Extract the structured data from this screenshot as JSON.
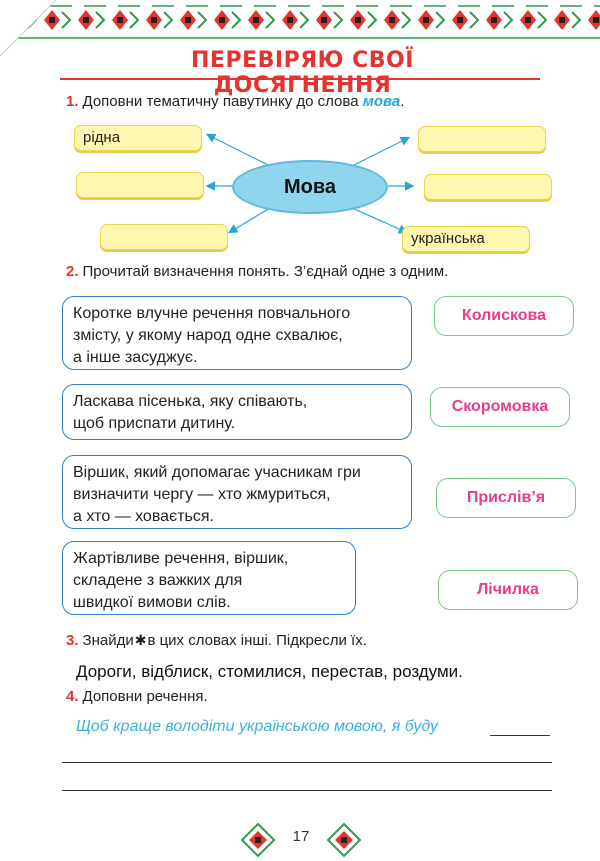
{
  "header": {
    "title": "Перевіряю свої досягнення"
  },
  "task1": {
    "number": "1.",
    "text": "Доповни тематичну павутинку до слова",
    "keyword": "мова",
    "end": ".",
    "center_word": "Мова",
    "slots": {
      "left_top": "рідна",
      "left_mid": "",
      "left_bottom": "",
      "right_top": "",
      "right_mid": "",
      "right_bottom": "українська"
    }
  },
  "task2": {
    "number": "2.",
    "text": "Прочитай визначення понять. З’єднай одне з одним.",
    "definitions": [
      {
        "line1": "Коротке влучне речення повчального",
        "line2": "змісту, у якому народ одне схвалює,",
        "line3": "а інше засуджує."
      },
      {
        "line1": "Ласкава пісенька, яку співають,",
        "line2": "щоб приспати дитину.",
        "line3": ""
      },
      {
        "line1": "Віршик, який допомагає учасникам гри",
        "line2": "визначити чергу — хто жмуриться,",
        "line3": "а хто — ховається."
      },
      {
        "line1": "Жартівливе речення, віршик,",
        "line2": "складене з важких для",
        "line3": "швидкої вимови слів."
      }
    ],
    "terms": [
      "Колискова",
      "Скоромовка",
      "Прислів’я",
      "Лічилка"
    ]
  },
  "task3": {
    "number": "3.",
    "text_before": "Знайди",
    "text_after": "в цих словах інші. Підкресли їх.",
    "words": "Дороги, відблиск, стомилися, перестав, роздуми."
  },
  "task4": {
    "number": "4.",
    "text": "Доповни речення.",
    "sentence": "Щоб краще володіти українською мовою, я буду"
  },
  "footer": {
    "page": "17"
  },
  "colors": {
    "accent_red": "#e3342f",
    "keyword_blue": "#2aa5d6",
    "term_pink": "#e63d8c",
    "slot_yellow": "#fff7b0",
    "ellipse_blue": "#8fd5ee"
  }
}
